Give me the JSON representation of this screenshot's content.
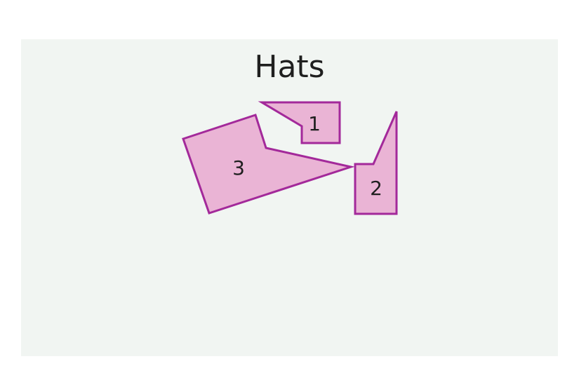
{
  "title": "Hats",
  "colors": {
    "background": "#f1f5f2",
    "shape_fill": "#eab4d5",
    "shape_stroke": "#a3299a"
  },
  "shapes": [
    {
      "label": "1"
    },
    {
      "label": "2"
    },
    {
      "label": "3"
    }
  ]
}
